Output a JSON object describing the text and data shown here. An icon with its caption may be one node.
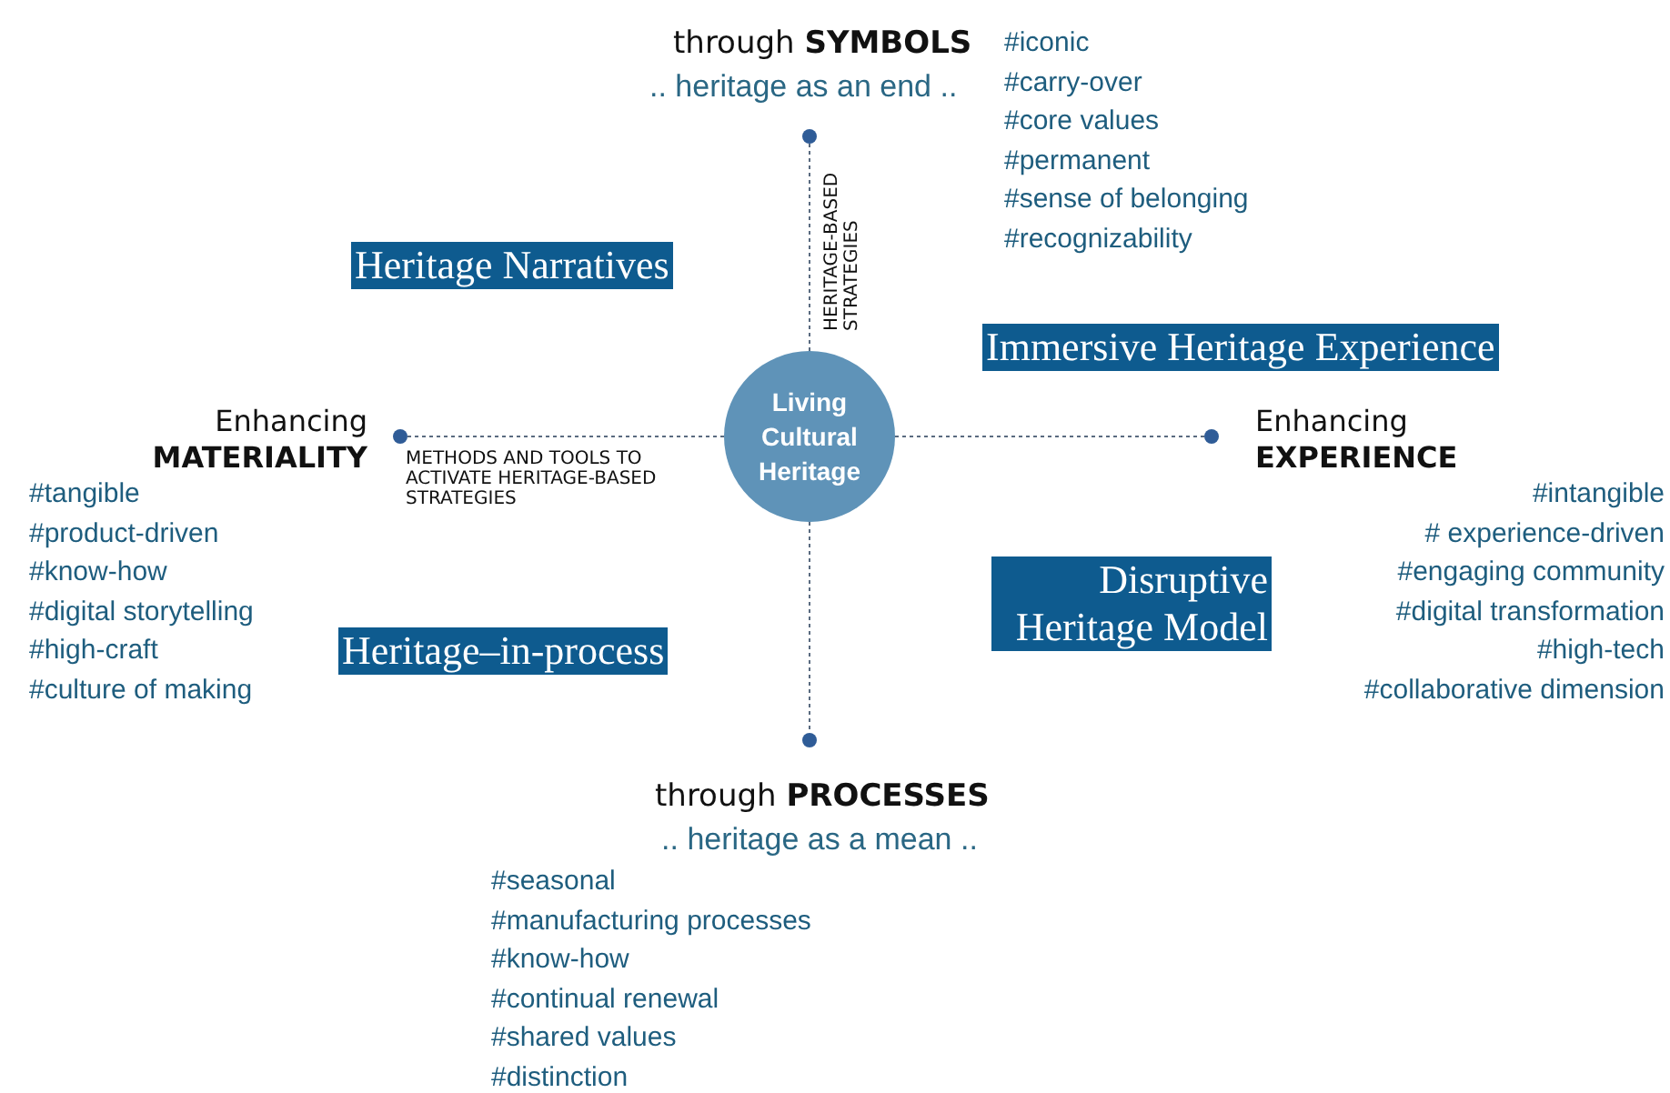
{
  "diagram": {
    "nodes": [
      {
        "text": [],
        "shape": "circle"
      },
      {
        "text": [
          "Heritage Narratives"
        ]
      },
      {
        "text": [
          "Immersive Heritage Experience"
        ]
      },
      {
        "text": [],
        "shape": "circle"
      },
      {
        "text": [
          "Living Cultural Heritage"
        ]
      },
      {
        "text": [],
        "shape": "circle"
      },
      {
        "text": [
          "Disruptive Heritage Model"
        ]
      },
      {
        "text": [
          "Heritage–in-process"
        ]
      },
      {
        "text": [],
        "shape": "circle"
      }
    ],
    "edges": [
      {
        "from": 4,
        "to": 0,
        "arrow": "none",
        "style": "dashed"
      },
      {
        "from": 4,
        "to": 3,
        "arrow": "none",
        "style": "dashed"
      },
      {
        "from": 4,
        "to": 5,
        "arrow": "none",
        "style": "dashed"
      },
      {
        "from": 4,
        "to": 8,
        "arrow": "none",
        "style": "dashed"
      }
    ],
    "labels": [
      "through **SYMBOLS**",
      ".. heritage as an end ..",
      "#iconic",
      "#carry-over",
      "#core values",
      "#permanent",
      "#sense of belonging",
      "#recognizability",
      "HERITAGE-BASED STRATEGIES",
      "Enhancing **MATERIALITY**",
      "METHODS AND TOOLS TO ACTIVATE HERITAGE-BASED STRATEGIES",
      "Enhancing **EXPERIENCE**",
      "#tangible",
      "#product-driven",
      "#know-how",
      "#digital storytelling",
      "#high-craft",
      "#culture of making",
      "#intangible",
      "# experience-driven",
      "#engaging community",
      "#digital transformation",
      "#high-tech",
      "#collaborative dimension",
      "through **PROCESSES**",
      ".. heritage as a mean ..",
      "#seasonal",
      "#manufacturing processes",
      "#know-how",
      "#continual renewal",
      "#shared values",
      "#distinction"
    ]
  }
}
